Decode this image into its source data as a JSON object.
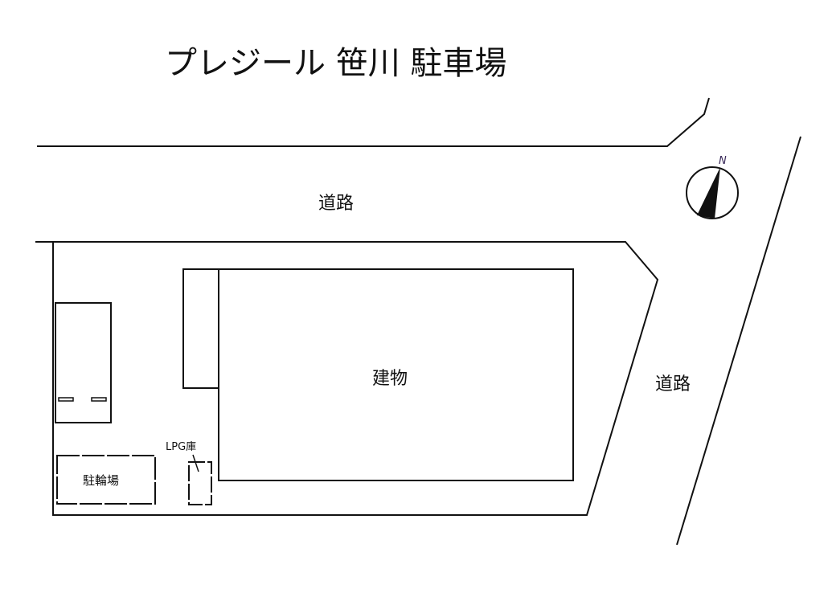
{
  "title": "プレジール 笹川 駐車場",
  "labels": {
    "road_top": "道路",
    "road_right": "道路",
    "building": "建物",
    "bicycle_parking": "駐輪場",
    "lpg_storage": "LPG庫"
  },
  "compass": {
    "label": "N"
  },
  "colors": {
    "line": "#111111",
    "background": "#ffffff",
    "compass_n": "#3a2a5a"
  }
}
